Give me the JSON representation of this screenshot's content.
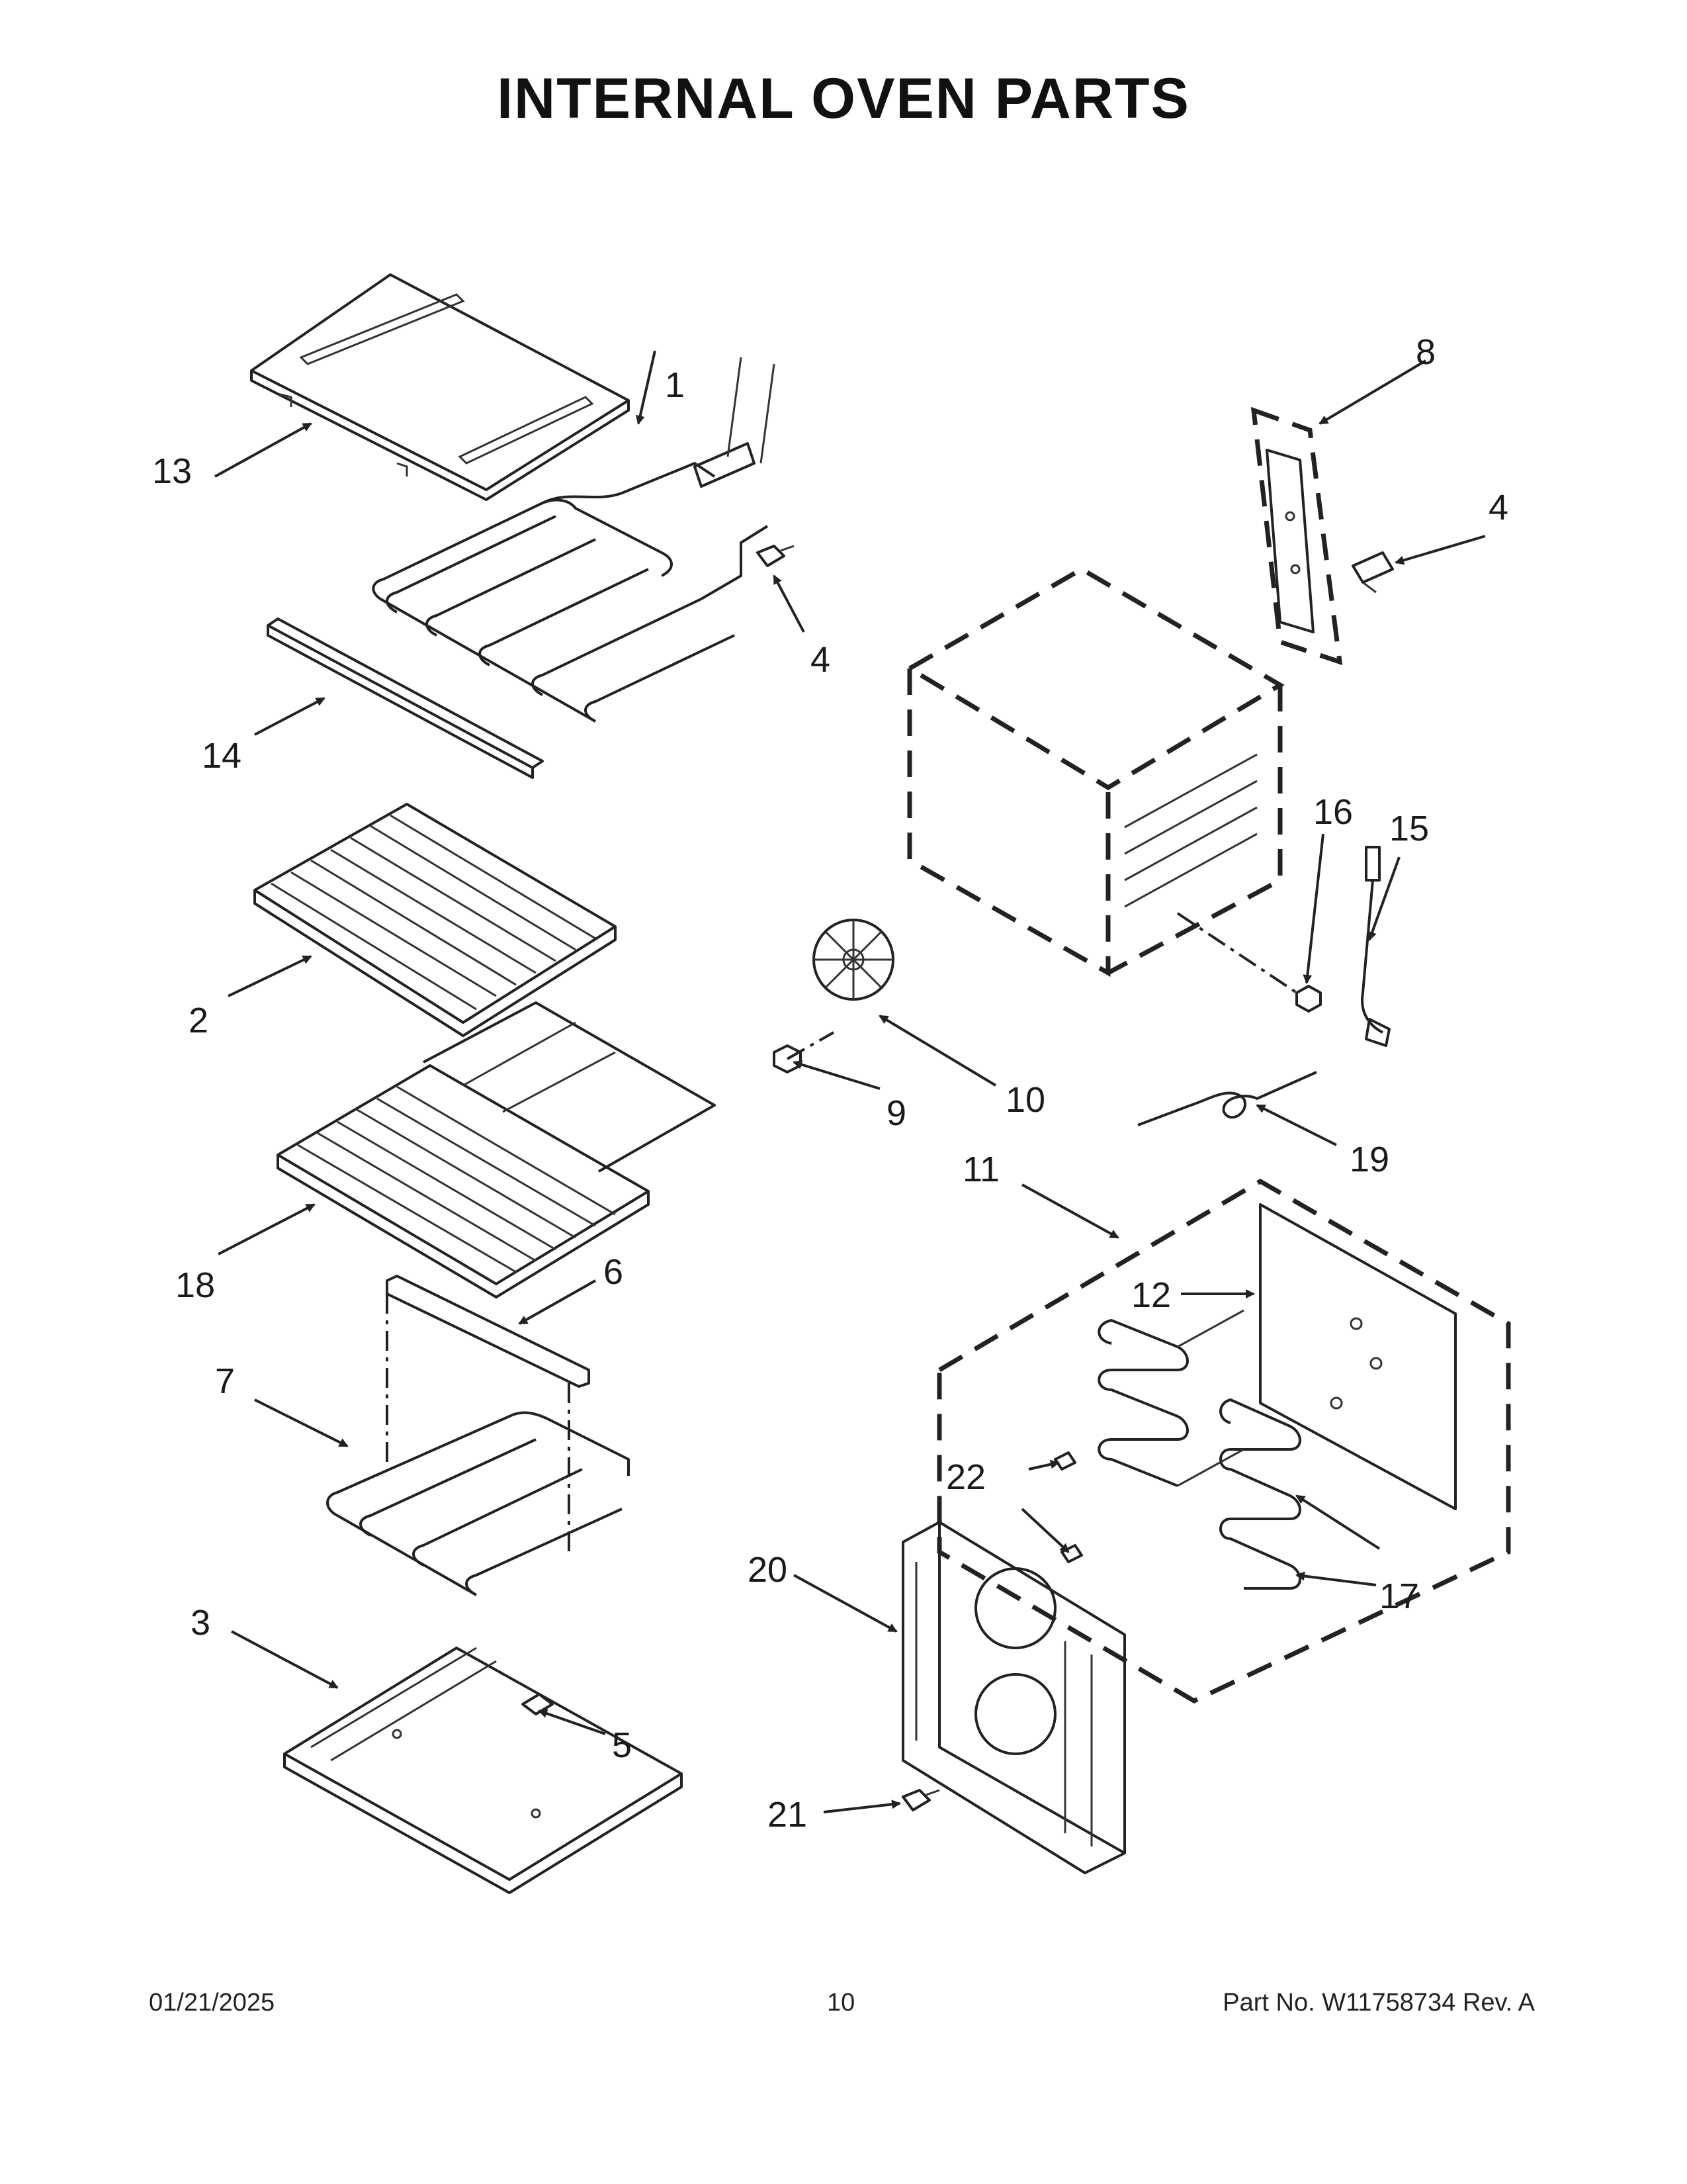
{
  "title": "INTERNAL OVEN PARTS",
  "callouts": [
    {
      "id": "c1",
      "label": "1"
    },
    {
      "id": "c2",
      "label": "2"
    },
    {
      "id": "c3",
      "label": "3"
    },
    {
      "id": "c4a",
      "label": "4"
    },
    {
      "id": "c4b",
      "label": "4"
    },
    {
      "id": "c5",
      "label": "5"
    },
    {
      "id": "c6",
      "label": "6"
    },
    {
      "id": "c7",
      "label": "7"
    },
    {
      "id": "c8",
      "label": "8"
    },
    {
      "id": "c9",
      "label": "9"
    },
    {
      "id": "c10",
      "label": "10"
    },
    {
      "id": "c11",
      "label": "11"
    },
    {
      "id": "c12",
      "label": "12"
    },
    {
      "id": "c13",
      "label": "13"
    },
    {
      "id": "c14",
      "label": "14"
    },
    {
      "id": "c15",
      "label": "15"
    },
    {
      "id": "c16",
      "label": "16"
    },
    {
      "id": "c17",
      "label": "17"
    },
    {
      "id": "c18",
      "label": "18"
    },
    {
      "id": "c19",
      "label": "19"
    },
    {
      "id": "c20",
      "label": "20"
    },
    {
      "id": "c21",
      "label": "21"
    },
    {
      "id": "c22",
      "label": "22"
    }
  ],
  "footer": {
    "date": "01/21/2025",
    "page": "10",
    "part": "Part No.  W11758734  Rev.  A"
  }
}
